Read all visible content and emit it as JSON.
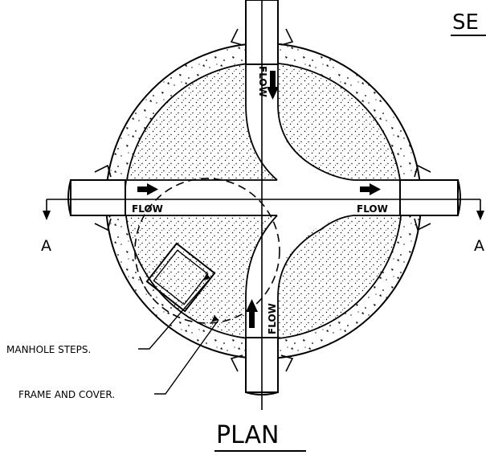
{
  "drawing": {
    "corner_title": "SE",
    "plan_title": "PLAN",
    "section_marker_left": "A",
    "section_marker_right": "A",
    "flow_label": "FLOW",
    "callouts": {
      "manhole_steps": "MANHOLE STEPS.",
      "frame_and_cover": "FRAME AND COVER."
    },
    "colors": {
      "line": "#000000",
      "background": "#ffffff",
      "stipple": "#000000"
    },
    "icons": [
      "flow-arrow-icon",
      "section-arrow-icon"
    ]
  }
}
